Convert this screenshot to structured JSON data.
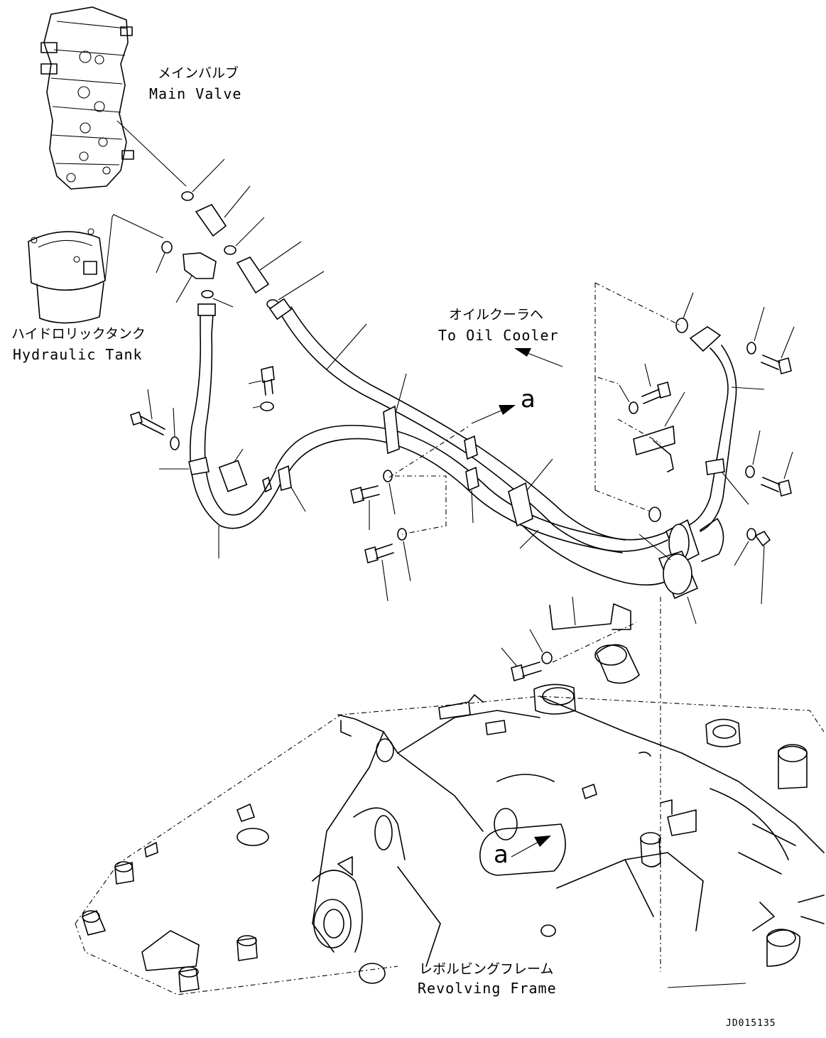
{
  "labels": {
    "main_valve": {
      "jp": "メインバルブ",
      "en": "Main Valve"
    },
    "hydraulic_tank": {
      "jp": "ハイドロリックタンク",
      "en": "Hydraulic Tank"
    },
    "oil_cooler": {
      "jp": "オイルクーラヘ",
      "en": "To Oil Cooler"
    },
    "revolving_frame": {
      "jp": "レボルビングフレーム",
      "en": "Revolving Frame"
    },
    "view_arrow_upper": "a",
    "view_arrow_lower": "a",
    "drawing_code": "JD015135"
  },
  "colors": {
    "line": "#000000",
    "paper": "#ffffff"
  }
}
